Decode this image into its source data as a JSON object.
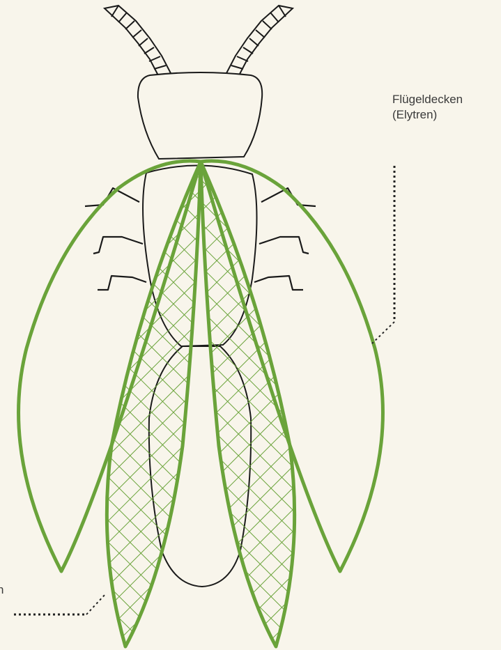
{
  "labels": {
    "elytra_line1": "Flügeldecken",
    "elytra_line2": "(Elytren)",
    "wings_fragment": "n"
  },
  "colors": {
    "background": "#f8f5eb",
    "outline": "#1a1a1a",
    "wing_green": "#6aa33a",
    "leader_line": "#222222"
  },
  "icons": {
    "body": "insect-body-outline",
    "elytra": "elytra-outline",
    "wings": "hind-wings-crosshatch"
  }
}
